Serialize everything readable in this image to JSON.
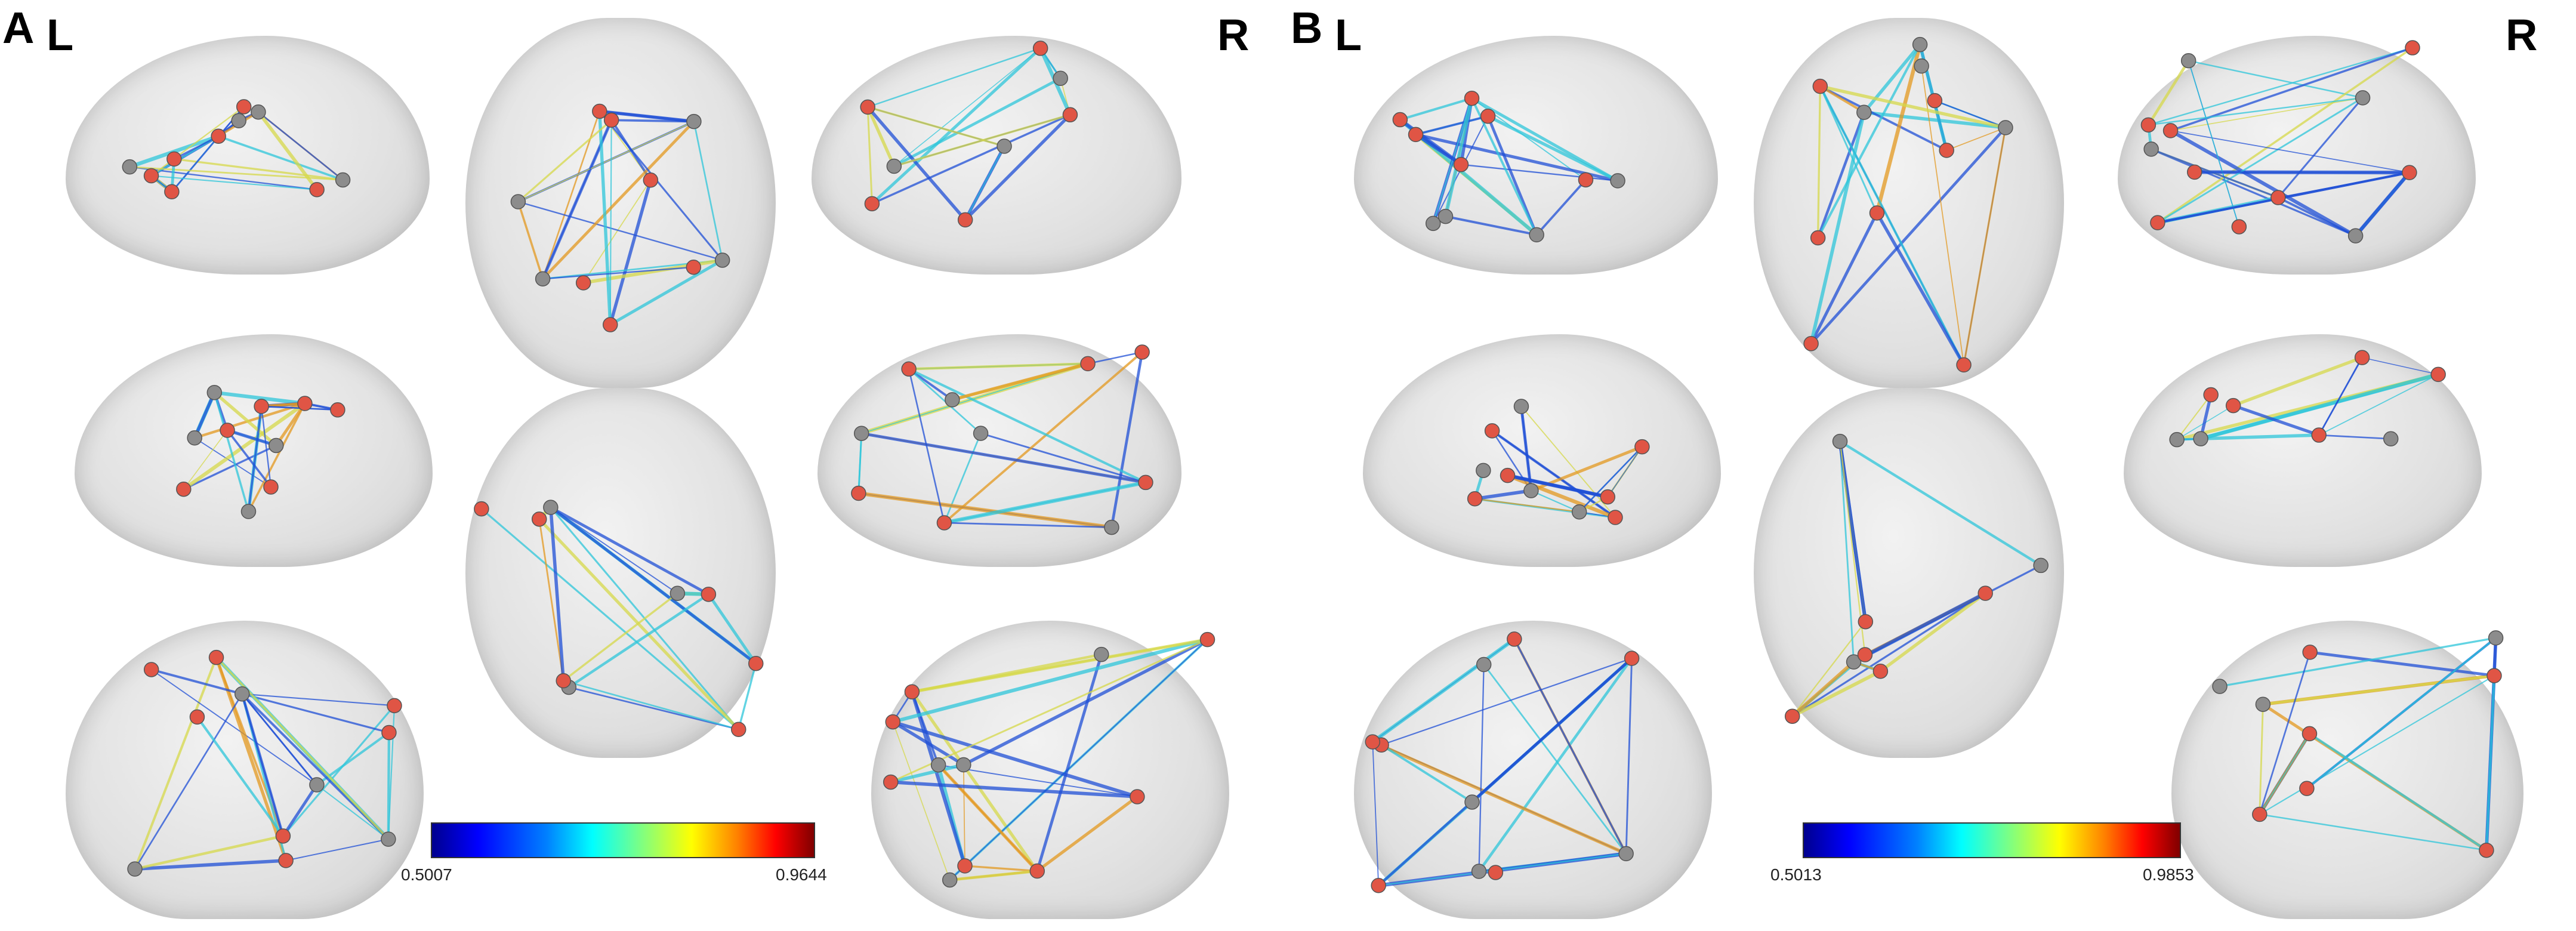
{
  "panels": [
    {
      "letter": "A",
      "left_label": "L",
      "right_label": "R",
      "colorbar": {
        "min": "0.5007",
        "max": "0.9644"
      }
    },
    {
      "letter": "B",
      "left_label": "L",
      "right_label": "R",
      "colorbar": {
        "min": "0.5013",
        "max": "0.9853"
      }
    }
  ],
  "colors": {
    "node_red": "#e05545",
    "node_gray": "#8c8c8c",
    "edge_blue": "#1f4fd6",
    "edge_cyan": "#2ec6d9",
    "edge_yellow": "#d6d84a",
    "edge_orange": "#e3981f"
  }
}
